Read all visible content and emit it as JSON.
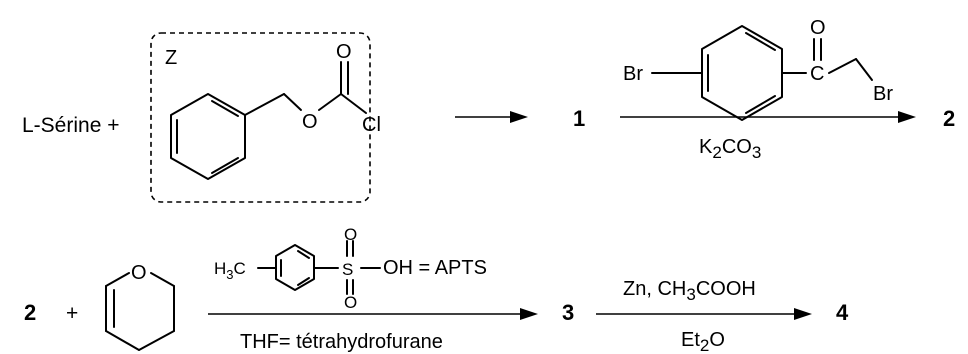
{
  "row1": {
    "reagent_left": "L-Sérine +",
    "box_label": "Z",
    "atom_O_carbonyl": "O",
    "atom_O_ester": "O",
    "atom_Cl": "Cl",
    "product_1": "1",
    "bromide_Br_left": "Br",
    "bromide_O": "O",
    "bromide_C": "C",
    "bromide_Br_right": "Br",
    "base_main": "K",
    "base_sub1": "2",
    "base_mid": "CO",
    "base_sub2": "3",
    "product_2": "2"
  },
  "row2": {
    "reactant_2": "2",
    "plus": "+",
    "dhp_O": "O",
    "apts_H": "H",
    "apts_sub3": "3",
    "apts_C": "C",
    "apts_S": "S",
    "apts_O_top": "O",
    "apts_O_bottom": "O",
    "apts_OH": "OH = APTS",
    "thf_label": "THF= tétrahydrofurane",
    "product_3": "3",
    "reduction_main": "Zn, CH",
    "reduction_sub": "3",
    "reduction_rest": "COOH",
    "solvent_main": "Et",
    "solvent_sub": "2",
    "solvent_rest": "O",
    "product_4": "4"
  }
}
